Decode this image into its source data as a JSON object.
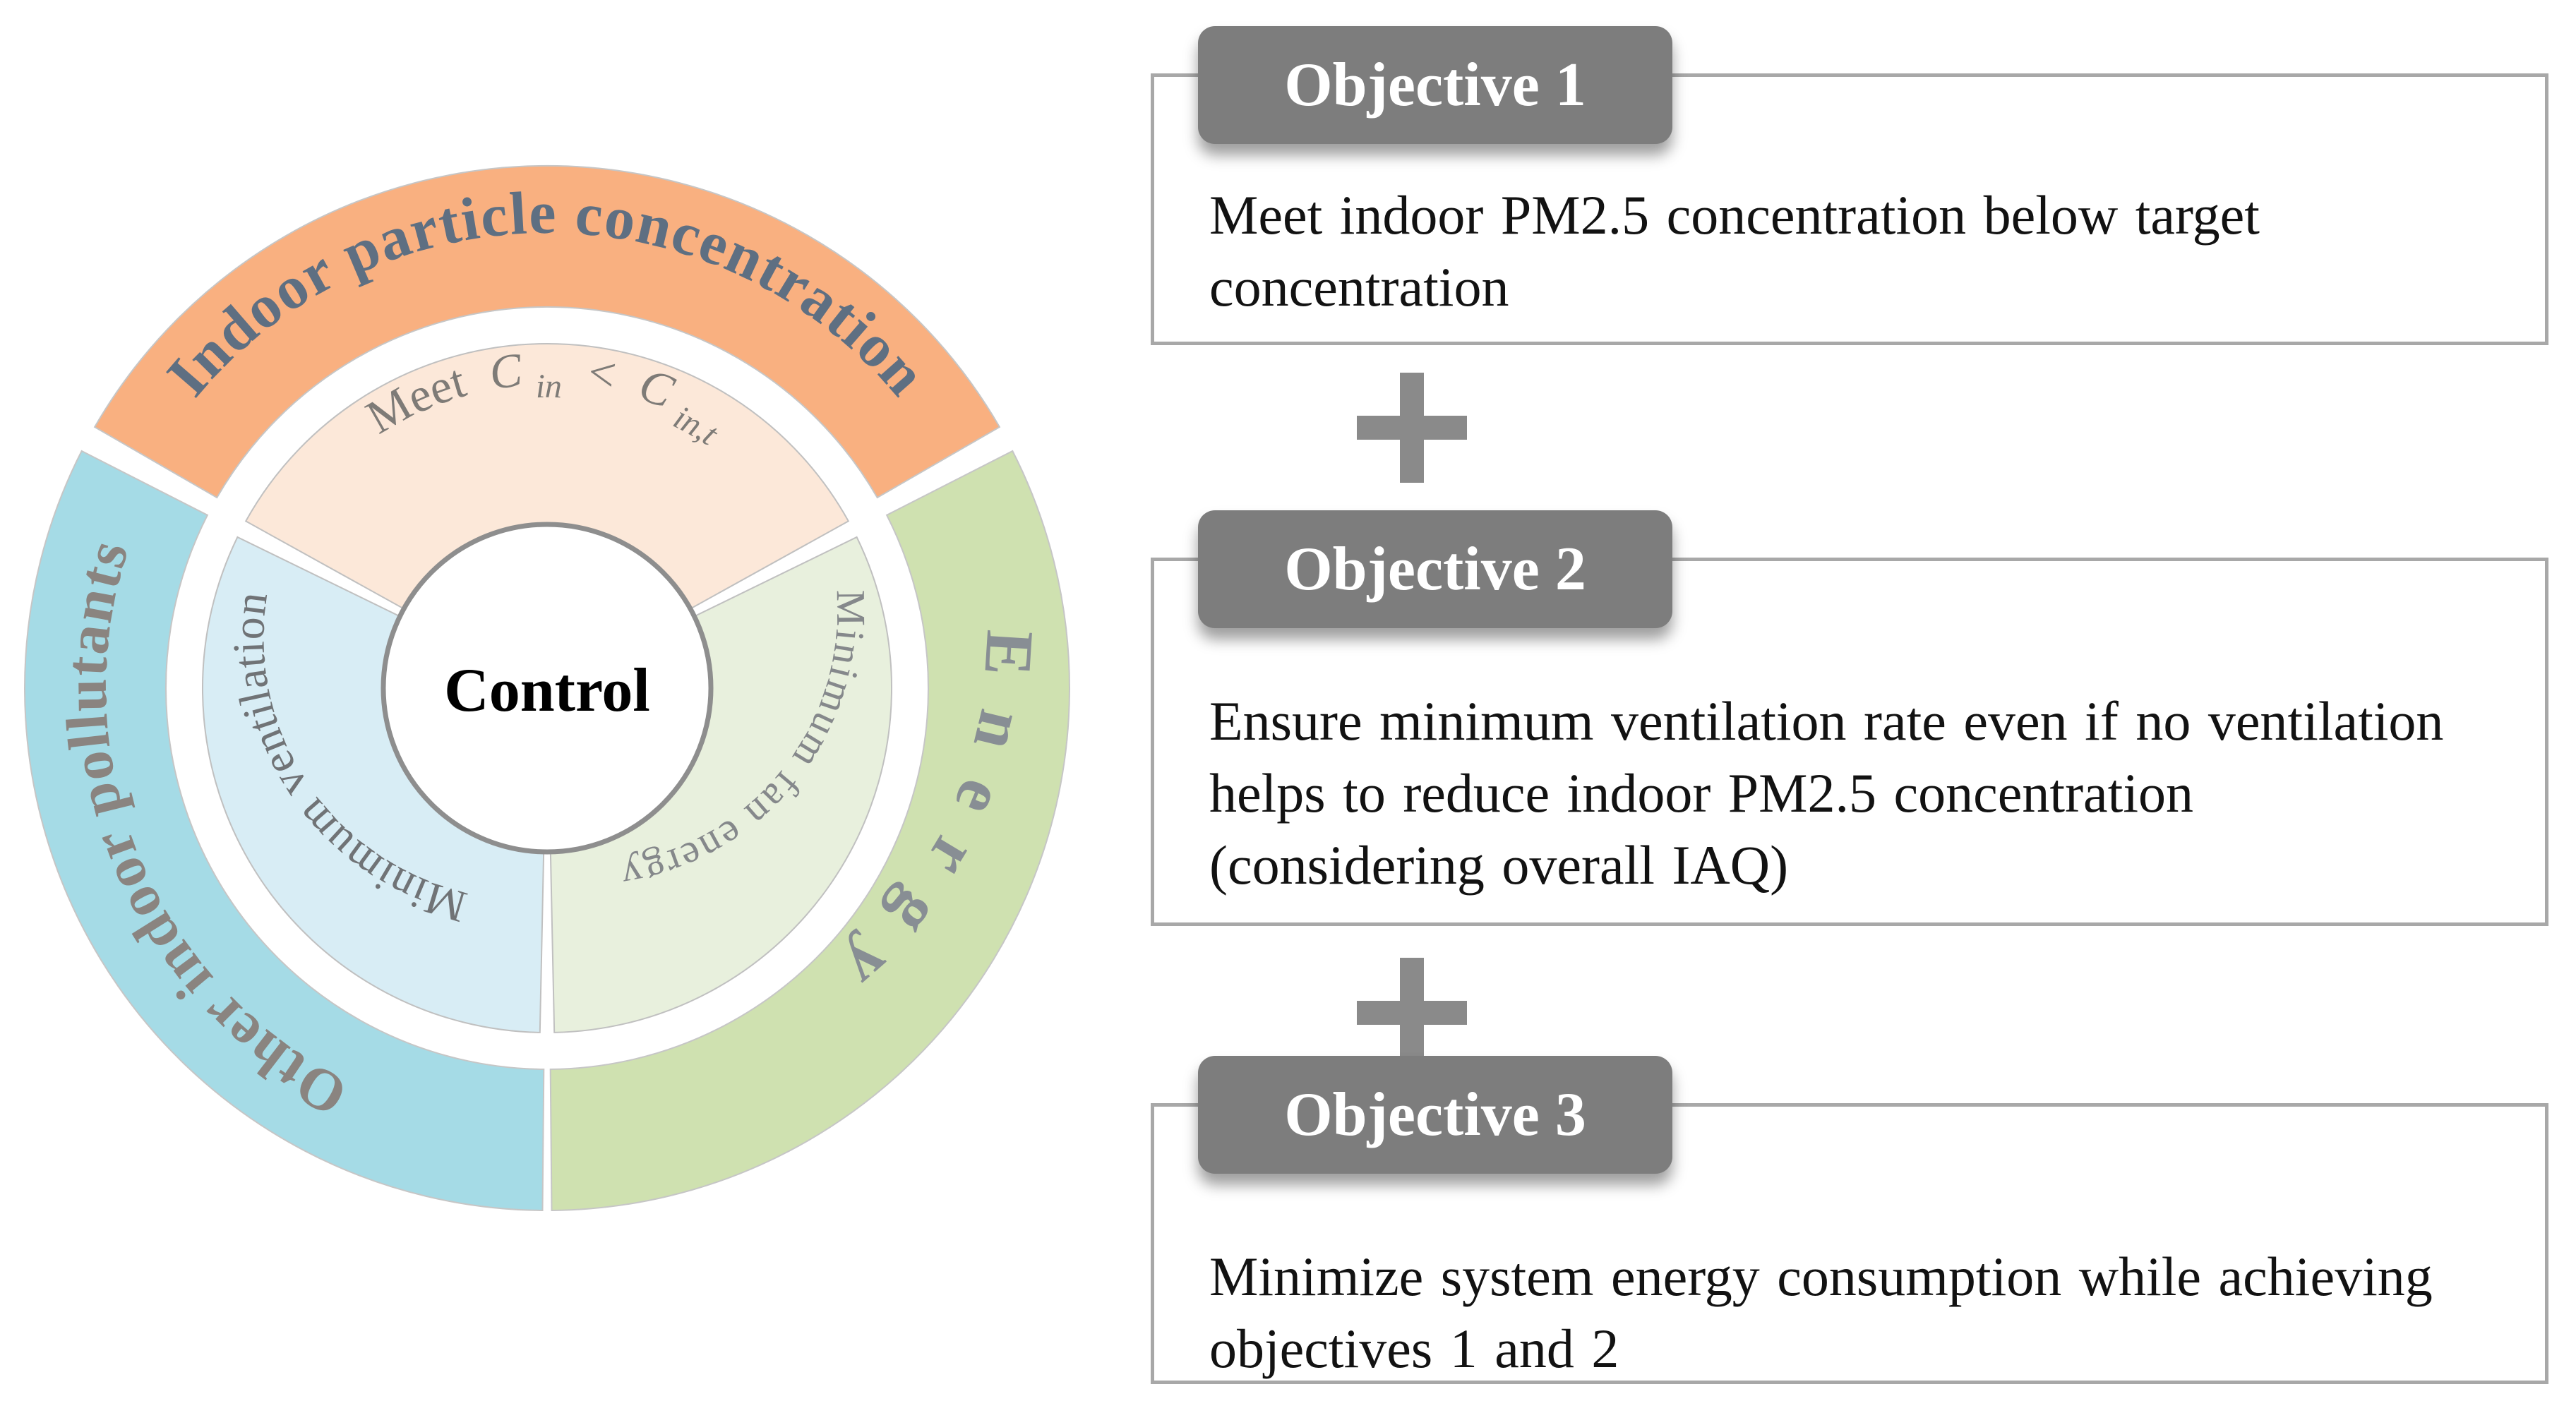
{
  "figure": {
    "donut": {
      "center_label": "Control",
      "outer_ring": {
        "particle": {
          "label": "Indoor particle concentration",
          "color": "#F9B080"
        },
        "pollutants": {
          "label": "Other indoor pollutants",
          "color": "#A5DBE6"
        },
        "energy": {
          "label": "Energy",
          "color": "#CFE1B0"
        }
      },
      "inner_ring": {
        "target": {
          "color": "#FCE8D9",
          "formula": {
            "prefix": "Meet ",
            "var1": "C",
            "sub1": "in",
            "op": " < ",
            "var2": "C",
            "sub2": "in,t"
          }
        },
        "ventilation": {
          "label": "Minimum ventilation",
          "color": "#D8EDF5"
        },
        "fan": {
          "label": "Minimum fan energy",
          "color": "#E8F0DD"
        }
      }
    },
    "objectives": [
      {
        "tab": "Objective 1",
        "lines": [
          "Meet indoor PM2.5 concentration below target",
          "concentration"
        ]
      },
      {
        "tab": "Objective 2",
        "lines": [
          "Ensure minimum ventilation rate even if no ventilation",
          "helps to reduce indoor PM2.5 concentration",
          "(considering overall IAQ)"
        ]
      },
      {
        "tab": "Objective 3",
        "lines": [
          "Minimize system energy consumption while achieving",
          "objectives 1 and 2"
        ]
      }
    ],
    "plus_symbol": "+",
    "colors": {
      "tab_background": "#7D7D7D",
      "tab_text": "#FFFFFF",
      "box_border": "#A8A8A8",
      "plus": "#8A8A8A",
      "body_text": "#121212"
    }
  }
}
